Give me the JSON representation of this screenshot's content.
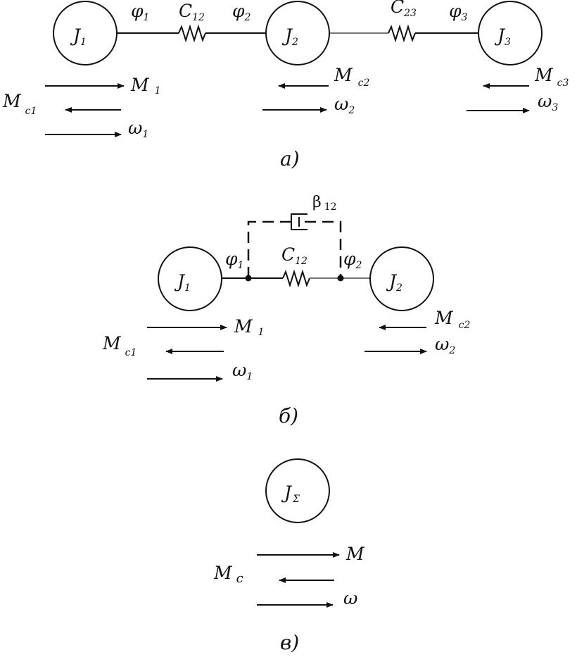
{
  "diagram_a": {
    "caption": "а)",
    "masses": [
      {
        "symbol": "J",
        "sub": "1"
      },
      {
        "symbol": "J",
        "sub": "2"
      },
      {
        "symbol": "J",
        "sub": "3"
      }
    ],
    "springs": [
      {
        "symbol": "C",
        "sub": "12"
      },
      {
        "symbol": "C",
        "sub": "23"
      }
    ],
    "angles": [
      {
        "symbol": "φ",
        "sub": "1"
      },
      {
        "symbol": "φ",
        "sub": "2"
      },
      {
        "symbol": "φ",
        "sub": "3"
      }
    ],
    "moments": [
      {
        "symbol": "M",
        "sub": "1"
      },
      {
        "symbol": "M",
        "sub": "c1"
      },
      {
        "symbol": "M",
        "sub": "c2"
      },
      {
        "symbol": "M",
        "sub": "c3"
      }
    ],
    "velocities": [
      {
        "symbol": "ω",
        "sub": "1"
      },
      {
        "symbol": "ω",
        "sub": "2"
      },
      {
        "symbol": "ω",
        "sub": "3"
      }
    ]
  },
  "diagram_b": {
    "caption": "б)",
    "masses": [
      {
        "symbol": "J",
        "sub": "1"
      },
      {
        "symbol": "J",
        "sub": "2"
      }
    ],
    "spring": {
      "symbol": "C",
      "sub": "12"
    },
    "damper": {
      "symbol": "β",
      "sub": "12"
    },
    "angles": [
      {
        "symbol": "φ",
        "sub": "1"
      },
      {
        "symbol": "φ",
        "sub": "2"
      }
    ],
    "moments": [
      {
        "symbol": "M",
        "sub": "1"
      },
      {
        "symbol": "M",
        "sub": "c1"
      },
      {
        "symbol": "M",
        "sub": "c2"
      }
    ],
    "velocities": [
      {
        "symbol": "ω",
        "sub": "1"
      },
      {
        "symbol": "ω",
        "sub": "2"
      }
    ]
  },
  "diagram_c": {
    "caption": "в)",
    "mass": {
      "symbol": "J",
      "sub": "Σ"
    },
    "moment": {
      "symbol": "M"
    },
    "moment_c": {
      "symbol": "M",
      "sub": "c"
    },
    "velocity": {
      "symbol": "ω"
    }
  }
}
